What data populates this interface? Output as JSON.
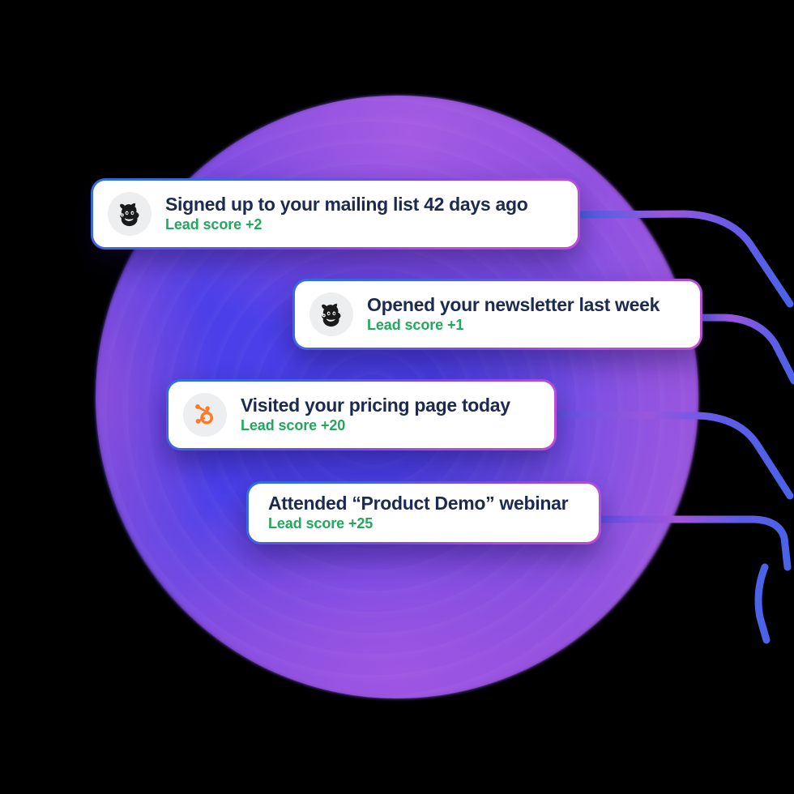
{
  "graphic": {
    "name": "lead-scoring-activity-timeline",
    "background_color": "#000000",
    "blob": {
      "center_color": "#4a3fe8",
      "edge_color": "#a45fdf",
      "accent_color": "#8b55e0"
    },
    "connector_color": "#4a63e8"
  },
  "colors": {
    "title_text": "#1b2a4e",
    "score_text": "#21a95b",
    "icon_badge_bg": "#eceef0",
    "card_bg": "#ffffff",
    "hubspot_orange": "#ff7a59",
    "border_gradient_start": "#2f6fe0",
    "border_gradient_end": "#c04ad6"
  },
  "cards": [
    {
      "id": "card-1",
      "icon": "mailchimp-icon",
      "title": "Signed up to your mailing list 42 days ago",
      "score": "Lead score +2",
      "score_value": 2
    },
    {
      "id": "card-2",
      "icon": "mailchimp-icon",
      "title": "Opened your newsletter last week",
      "score": "Lead score +1",
      "score_value": 1
    },
    {
      "id": "card-3",
      "icon": "hubspot-icon",
      "title": "Visited your pricing page today",
      "score": "Lead score +20",
      "score_value": 20
    },
    {
      "id": "card-4",
      "icon": null,
      "title": "Attended “Product Demo” webinar",
      "score": "Lead score +25",
      "score_value": 25
    }
  ]
}
